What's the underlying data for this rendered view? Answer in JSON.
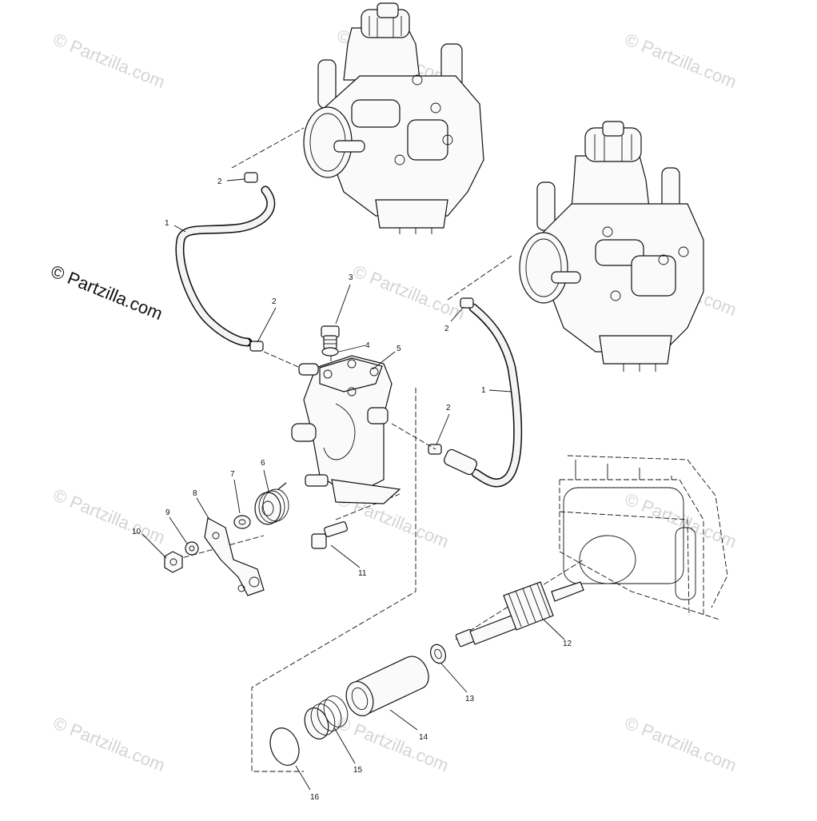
{
  "watermark": {
    "main": "© Partzilla.com",
    "tile": "© Partzilla.com"
  },
  "callouts": [
    {
      "id": "c1a",
      "text": "1"
    },
    {
      "id": "c1b",
      "text": "1"
    },
    {
      "id": "c2a",
      "text": "2"
    },
    {
      "id": "c2b",
      "text": "2"
    },
    {
      "id": "c2c",
      "text": "2"
    },
    {
      "id": "c2d",
      "text": "2"
    },
    {
      "id": "c3",
      "text": "3"
    },
    {
      "id": "c4",
      "text": "4"
    },
    {
      "id": "c5",
      "text": "5"
    },
    {
      "id": "c6",
      "text": "6"
    },
    {
      "id": "c7",
      "text": "7"
    },
    {
      "id": "c8",
      "text": "8"
    },
    {
      "id": "c9",
      "text": "9"
    },
    {
      "id": "c10",
      "text": "10"
    },
    {
      "id": "c11",
      "text": "11"
    },
    {
      "id": "c12",
      "text": "12"
    },
    {
      "id": "c13",
      "text": "13"
    },
    {
      "id": "c14",
      "text": "14"
    },
    {
      "id": "c15",
      "text": "15"
    },
    {
      "id": "c16",
      "text": "16"
    }
  ]
}
